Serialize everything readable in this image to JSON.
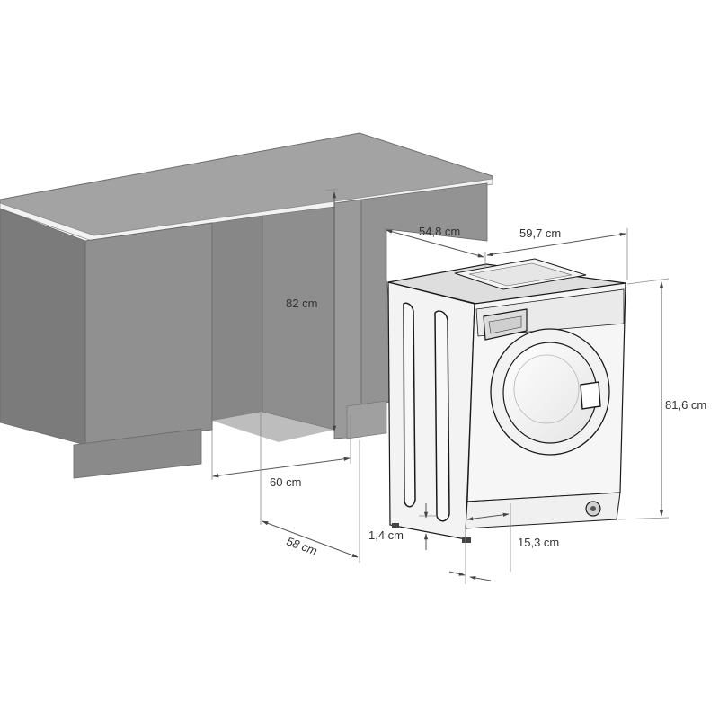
{
  "dimensions": {
    "counter_height": "82 cm",
    "niche_width": "60 cm",
    "niche_depth": "58 cm",
    "machine_depth": "54,8 cm",
    "machine_width": "59,7 cm",
    "machine_height": "81,6 cm",
    "feet_height": "1,4 cm",
    "plinth_offset": "15,3 cm"
  },
  "colors": {
    "cabinet_front": "#8e8e8e",
    "cabinet_top": "#9a9a9a",
    "cabinet_dark": "#7a7a7a",
    "worktop_edge": "#f2f2f2",
    "machine_body": "#f5f5f5",
    "machine_outline": "#1a1a1a"
  }
}
